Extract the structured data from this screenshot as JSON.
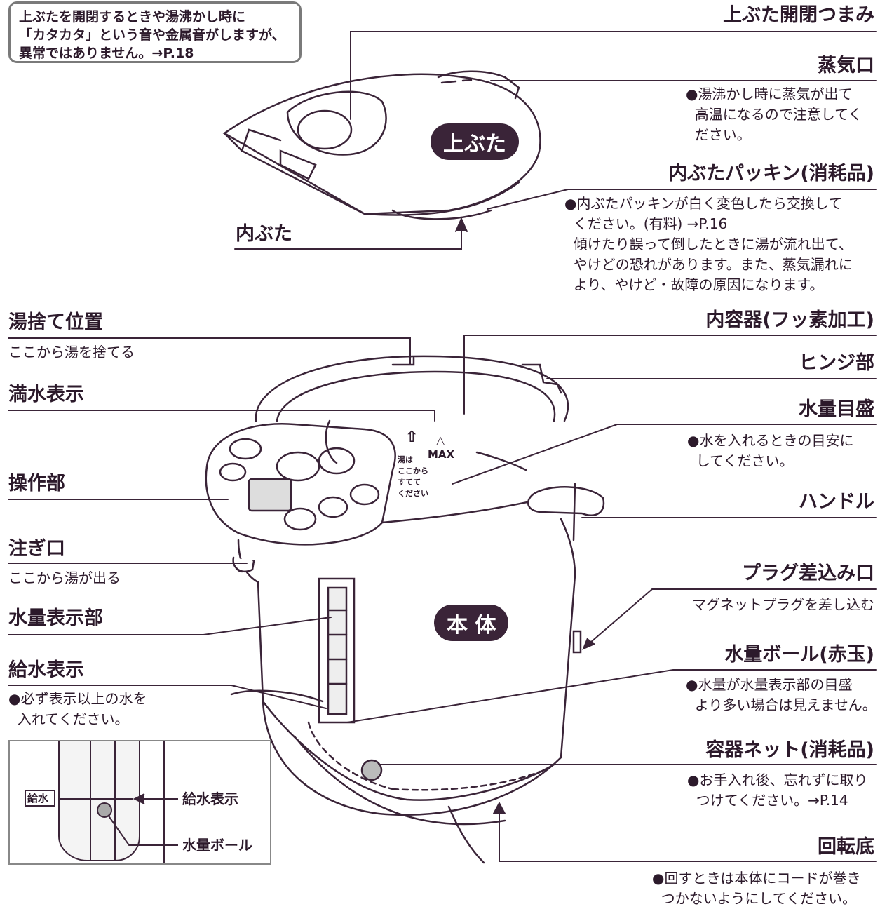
{
  "note": "上ぶたを開閉するときや湯沸かし時に\n「カタカタ」という音や金属音がしますが、\n異常ではありません。→P.18",
  "tags": {
    "lid": "上ぶた",
    "body": "本 体"
  },
  "labels": {
    "lid_knob": "上ぶた開閉つまみ",
    "steam_vent": "蒸気口",
    "steam_vent_desc": "●湯沸かし時に蒸気が出て\n  高温になるので注意してく\n  ださい。",
    "inner_lid_packing": "内ぶたパッキン(消耗品)",
    "inner_lid_packing_desc": "●内ぶたパッキンが白く変色したら交換して\n  ください。(有料) →P.16\n  傾けたり誤って倒したときに湯が流れ出て、\n  やけどの恐れがあります。また、蒸気漏れに\n  より、やけど・故障の原因になります。",
    "inner_lid": "内ぶた",
    "dump_position": "湯捨て位置",
    "dump_position_desc": "ここから湯を捨てる",
    "inner_container": "内容器(フッ素加工)",
    "hinge": "ヒンジ部",
    "full_mark": "満水表示",
    "water_scale": "水量目盛",
    "water_scale_desc": "●水を入れるときの目安に\n  してください。",
    "control_panel": "操作部",
    "handle": "ハンドル",
    "spout": "注ぎ口",
    "spout_desc": "ここから湯が出る",
    "plug_socket": "プラグ差込み口",
    "plug_socket_desc": "マグネットプラグを差し込む",
    "water_gauge": "水量表示部",
    "water_ball": "水量ボール(赤玉)",
    "water_ball_desc": "●水量が水量表示部の目盛\n  より多い場合は見えません。",
    "refill_mark": "給水表示",
    "refill_mark_desc": "●必ず表示以上の水を\n  入れてください。",
    "container_net": "容器ネット(消耗品)",
    "container_net_desc": "●お手入れ後、忘れずに取り\n  つけてください。→P.14",
    "rotating_base": "回転底",
    "rotating_base_desc": "●回すときは本体にコードが巻き\n  つかないようにしてください。"
  },
  "inset": {
    "kyusui": "給水",
    "refill_mark": "給水表示",
    "water_ball": "水量ボール"
  },
  "inner_marks": {
    "max": "MAX",
    "dump_text": "湯は\nここから\nすてて\nください"
  }
}
